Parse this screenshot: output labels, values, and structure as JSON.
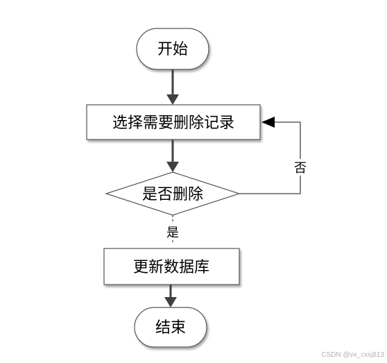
{
  "nodes": {
    "start": "开始",
    "select": "选择需要删除记录",
    "decision": "是否删除",
    "update": "更新数据库",
    "end": "结束"
  },
  "edges": {
    "yes_label": "是",
    "no_label": "否"
  },
  "watermark": "CSDN @vx_cxsj813"
}
